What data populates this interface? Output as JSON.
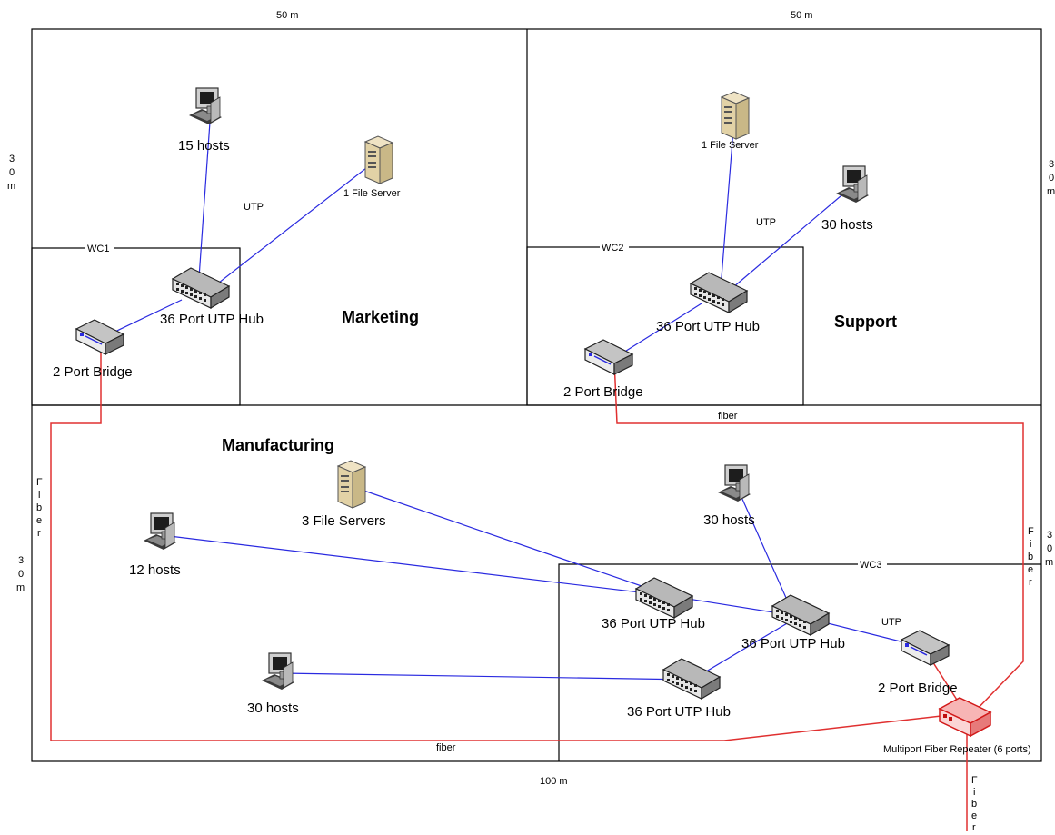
{
  "dimensions": {
    "top_left": "50 m",
    "top_right": "50 m",
    "bottom": "100 m",
    "left_upper": [
      "3",
      "0",
      "m"
    ],
    "right_upper": [
      "3",
      "0",
      "m"
    ],
    "left_lower": [
      "3",
      "0",
      "m"
    ],
    "right_lower": [
      "3",
      "0",
      "m"
    ]
  },
  "rooms": {
    "marketing": "Marketing",
    "support": "Support",
    "manufacturing": "Manufacturing"
  },
  "wiring_closets": {
    "wc1": "WC1",
    "wc2": "WC2",
    "wc3": "WC3"
  },
  "marketing": {
    "hosts": "15 hosts",
    "server": "1 File Server",
    "hub": "36 Port UTP Hub",
    "bridge": "2 Port Bridge",
    "utp": "UTP"
  },
  "support": {
    "server": "1 File Server",
    "hosts": "30 hosts",
    "hub": "36 Port UTP Hub",
    "bridge": "2 Port Bridge",
    "utp": "UTP"
  },
  "manufacturing": {
    "servers": "3 File Servers",
    "hosts_left": "12 hosts",
    "hosts_bottom": "30 hosts",
    "hosts_top": "30 hosts",
    "hub_a": "36 Port UTP Hub",
    "hub_b": "36 Port UTP Hub",
    "hub_c": "36 Port UTP Hub",
    "bridge": "2 Port Bridge",
    "utp": "UTP",
    "repeater": "Multiport Fiber Repeater (6 ports)"
  },
  "fiber_labels": {
    "top": "fiber",
    "bottom": "fiber",
    "left_vertical": [
      "F",
      "i",
      "b",
      "e",
      "r"
    ],
    "right_vertical": [
      "F",
      "i",
      "b",
      "e",
      "r"
    ],
    "exit_vertical": [
      "F",
      "i",
      "b",
      "e",
      "r"
    ]
  },
  "colors": {
    "utp_link": "#2a2ae0",
    "fiber_link": "#e03030",
    "wall": "#000000"
  }
}
